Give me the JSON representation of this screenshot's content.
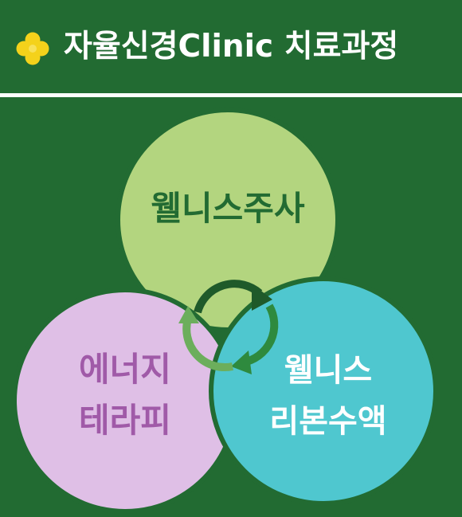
{
  "header": {
    "title": "자율신경Clinic 치료과정",
    "icon": "flower-icon"
  },
  "diagram": {
    "circles": [
      {
        "id": "top",
        "lines": [
          "웰니스주사"
        ],
        "color": "#b3d57f",
        "text_color": "#226b32"
      },
      {
        "id": "left",
        "lines": [
          "에너지",
          "테라피"
        ],
        "color": "#dfbfe6",
        "text_color": "#a05aa8"
      },
      {
        "id": "right",
        "lines": [
          "웰니스",
          "리본수액"
        ],
        "color": "#4fc7cf",
        "text_color": "#ffffff"
      }
    ],
    "cycle_icon": "cycle-arrows-icon"
  },
  "colors": {
    "background": "#226b32",
    "divider": "#ffffff",
    "icon_yellow": "#f4d21b"
  }
}
